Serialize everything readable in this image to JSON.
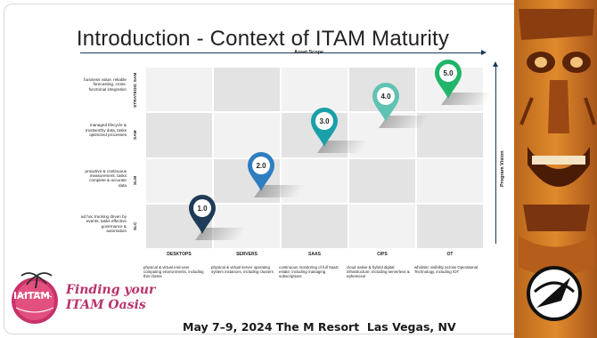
{
  "title": "Introduction - Context of ITAM Maturity",
  "axes": {
    "horizontal_label": "Asset Scope",
    "vertical_label": "Program Vision"
  },
  "rows": [
    {
      "tag": "STRATEGIC SAM",
      "description": "business value, reliable forecasting, cross-functional integration"
    },
    {
      "tag": "SAM",
      "description": "managed lifecycle & trustworthy data, tasks optimized processes"
    },
    {
      "tag": "SLM",
      "description": "proactive & continuous measurement, tasks complete & accurate data"
    },
    {
      "tag": "SLC",
      "description": "ad hoc tracking driven by events, tasks effective governance & automation"
    }
  ],
  "columns": [
    {
      "head": "DESKTOPS",
      "description": "physical & virtual end-user computing environments, including thin clients"
    },
    {
      "head": "SERVERS",
      "description": "physical & virtual server operating system instances, including clusters"
    },
    {
      "head": "SAAS",
      "description": "continuous monitoring of full SaaS estate, including managing subscriptions"
    },
    {
      "head": "CIPS",
      "description": "cloud native & hybrid digital infrastructure, including serverless & ephemeral"
    },
    {
      "head": "OT",
      "description": "wholistic visibility across Operational Technology, including IOT"
    }
  ],
  "markers": [
    {
      "label": "1.0",
      "color": "#1f3b57"
    },
    {
      "label": "2.0",
      "color": "#2e7ec0"
    },
    {
      "label": "3.0",
      "color": "#1aa0a8"
    },
    {
      "label": "4.0",
      "color": "#5fc3b4"
    },
    {
      "label": "5.0",
      "color": "#22b56a"
    }
  ],
  "cell_colors": {
    "light": "#f2f2f2",
    "mid": "#e3e3e3"
  },
  "branding": {
    "seal_text": "IAITAM",
    "tagline_line1": "Finding your",
    "tagline_line2": "ITAM Oasis",
    "event_line": "May 7–9, 2024  The M Resort   Las Vegas, NV"
  },
  "icons": [
    "palm-tree-icon",
    "tiki-totem-icon",
    "round-emblem-icon"
  ]
}
